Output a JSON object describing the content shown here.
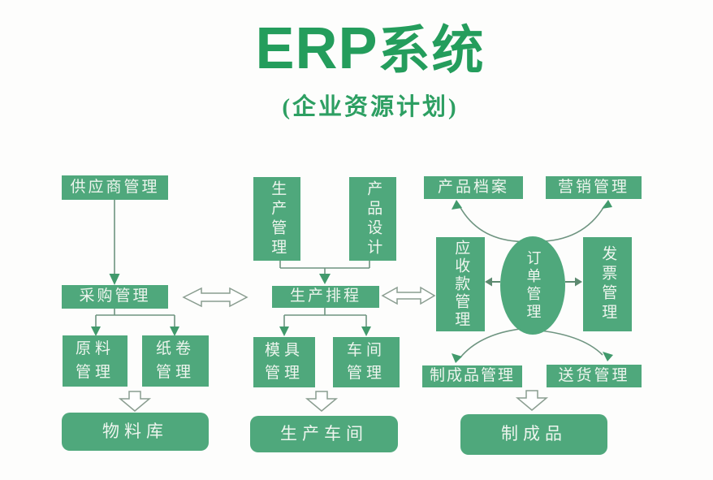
{
  "title": {
    "erp": "ERP",
    "cn": "系统",
    "subtitle": "(企业资源计划)"
  },
  "colors": {
    "box_fill": "#4fa87c",
    "box_text": "#eef5ee",
    "title_green": "#249d5c",
    "connector": "#6e9480",
    "solid_arrow": "#419a6c",
    "outline_arrow_stroke": "#8a9d90",
    "background": "#fdfdfc"
  },
  "nodes": {
    "supplier": "供应商管理",
    "purchase": "采购管理",
    "raw_material": "原料\n管理",
    "paper_roll": "纸卷\n管理",
    "material_store": "物料库",
    "production_mgmt": "生产管理",
    "product_design": "产品设计",
    "scheduling": "生产排程",
    "mold": "模具\n管理",
    "workshop": "车间\n管理",
    "production_workshop": "生产车间",
    "product_archive": "产品档案",
    "marketing": "营销管理",
    "receivables": "应收款管理",
    "order": "订单管理",
    "invoice": "发票管理",
    "finished_mgmt": "制成品管理",
    "delivery": "送货管理",
    "finished_product": "制成品"
  }
}
